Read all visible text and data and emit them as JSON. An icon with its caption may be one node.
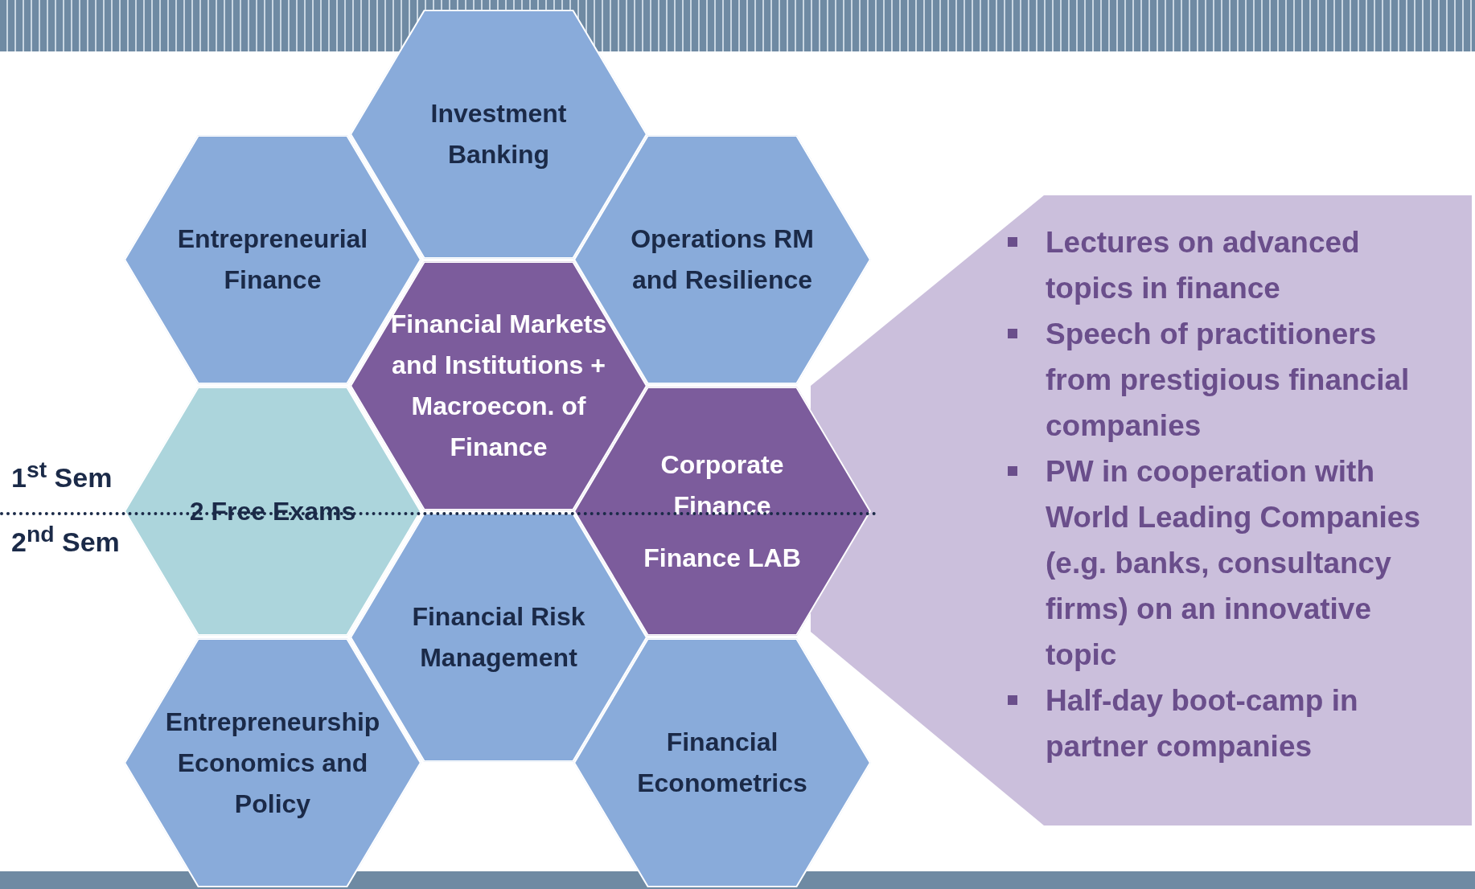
{
  "diagram": {
    "nodes": [
      {
        "text": [
          "Investment Banking"
        ]
      },
      {
        "text": [
          "Entrepreneurial Finance"
        ]
      },
      {
        "text": [
          "Operations RM and Resilience"
        ]
      },
      {
        "text": [
          "Financial Markets and Institutions + Macroecon. of Finance"
        ]
      },
      {
        "text": [
          "2 Free Exams"
        ]
      },
      {
        "text": [
          "Corporate Finance",
          "Finance LAB"
        ]
      },
      {
        "text": [
          "Financial Risk Management"
        ]
      },
      {
        "text": [
          "Entrepreneurship Economics and Policy"
        ]
      },
      {
        "text": [
          "Financial Econometrics"
        ]
      },
      {
        "text": [
          "Lectures on advanced topics in finance",
          "Speech of practitioners from prestigious financial companies",
          "PW in cooperation with World Leading Companies (e.g. banks, consultancy firms) on an innovative topic",
          "Half-day boot-camp in partner companies"
        ]
      }
    ],
    "labels": [
      "1$^{st}$ Sem",
      "2$^{nd}$ Sem"
    ]
  }
}
